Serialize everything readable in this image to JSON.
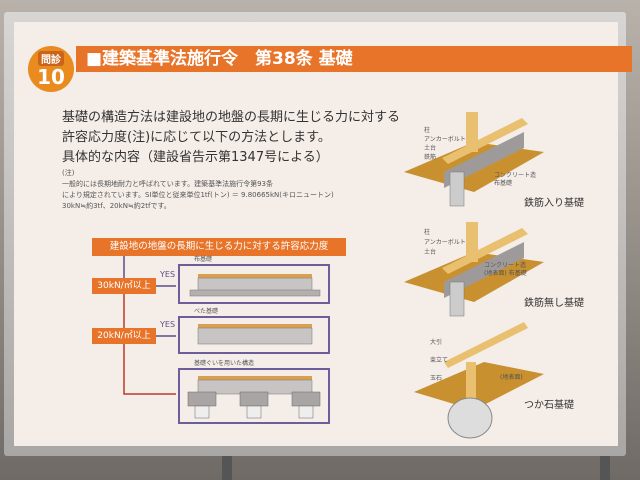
{
  "badge": {
    "top": "問診",
    "number": "10"
  },
  "title": "■建築基準法施行令　第38条 基礎",
  "intro": [
    "基礎の構造方法は建設地の地盤の長期に生じる力に対する",
    "許容応力度(注)に応じて以下の方法とします。",
    "具体的な内容（建設省告示第1347号による）"
  ],
  "note": [
    "(注)",
    "一般的には長期地耐力と呼ばれています。建築基準法施行令第93条",
    "により規定されています。SI単位と従来単位1tf(トン) ＝ 9.80665kN(キロニュートン)",
    "30kN≒約3tf、20kN≒約2tfです。"
  ],
  "flow": {
    "header": "建設地の地盤の長期に生じる力に対する許容応力度",
    "conditions": [
      "30kN/㎡以上",
      "20kN/㎡以上"
    ],
    "yes": "YES",
    "results": [
      "布基礎",
      "べた基礎",
      "基礎ぐいを用いた構造"
    ]
  },
  "illustrations": [
    {
      "caption": "鉄筋入り基礎",
      "labels": [
        "柱",
        "アンカーボルト",
        "土台",
        "鉄筋",
        "コンクリート造",
        "布基礎"
      ]
    },
    {
      "caption": "鉄筋無し基礎",
      "labels": [
        "柱",
        "アンカーボルト",
        "土台",
        "コンクリート造",
        "(地表面)",
        "布基礎"
      ]
    },
    {
      "caption": "つか石基礎",
      "labels": [
        "大引",
        "束立て",
        "玉石",
        "(地表面)"
      ]
    }
  ]
}
